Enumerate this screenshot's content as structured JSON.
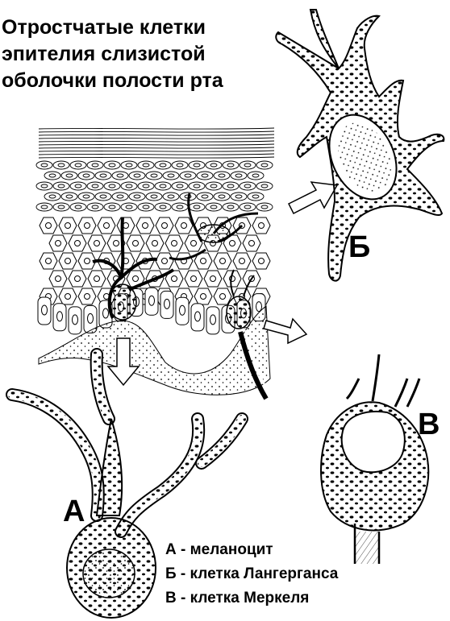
{
  "title_lines": [
    "Отростчатые клетки",
    "эпителия слизистой",
    "оболочки полости рта"
  ],
  "cells": {
    "melanocyte": {
      "letter": "А"
    },
    "langerhans": {
      "letter": "Б"
    },
    "merkel": {
      "letter": "В"
    }
  },
  "legend": [
    "А - меланоцит",
    "Б - клетка Лангерганса",
    "В - клетка Меркеля"
  ]
}
